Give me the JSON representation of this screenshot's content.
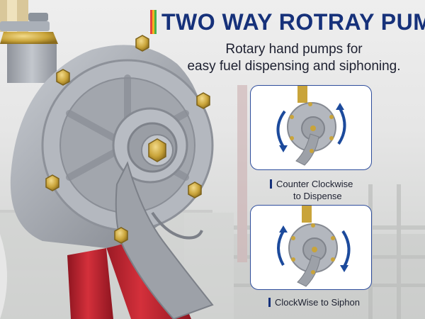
{
  "header": {
    "title": "TWO WAY ROTRAY PUMP",
    "subtitle_line1": "Rotary hand pumps for",
    "subtitle_line2": "easy fuel dispensing and siphoning."
  },
  "modes": [
    {
      "line1": "Counter Clockwise",
      "line2": "to Dispense",
      "direction": "counter-clockwise"
    },
    {
      "line1": "ClockWise to Siphon",
      "line2": "",
      "direction": "clockwise"
    }
  ],
  "colors": {
    "title": "#16317a",
    "accent_bars": [
      "#e8423a",
      "#f3b21d",
      "#48b24a"
    ],
    "arrow": "#1c4a9c",
    "pump_body": "#a7abb2",
    "pipe_red": "#c8232f",
    "bolt_brass": "#c9a43a"
  }
}
